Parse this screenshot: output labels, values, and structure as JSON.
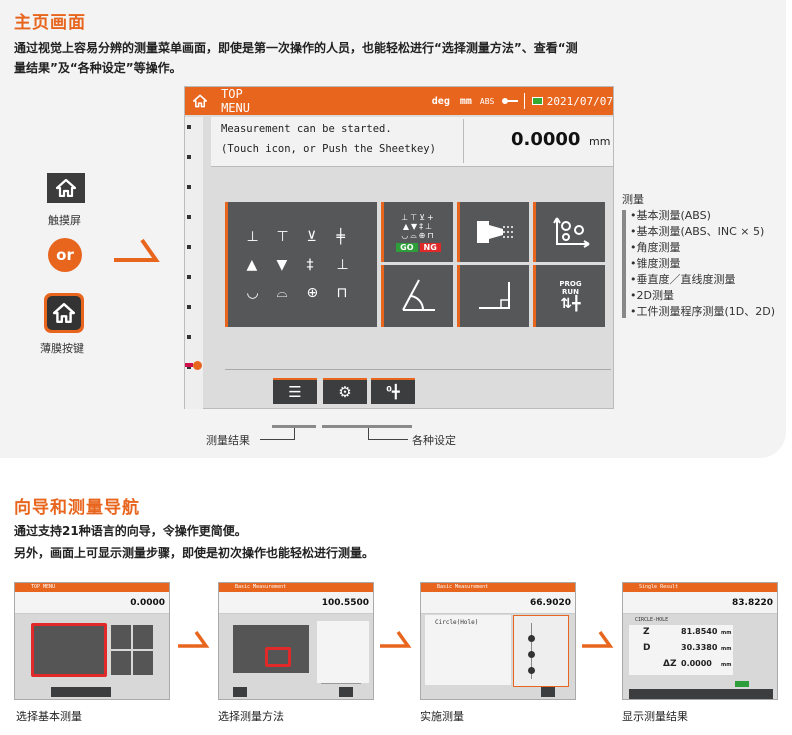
{
  "section1": {
    "title": "主页画面",
    "desc_line1": "通过视觉上容易分辨的测量菜单画面，即使是第一次操作的人员，也能轻松进行“选择测量方法”、查看“测",
    "desc_line2": "量结果”及“各种设定”等操作。"
  },
  "left_panel": {
    "touch_label": "触摸屏",
    "or_label": "or",
    "sheetkey_label": "薄膜按键",
    "home_icon": "home-icon"
  },
  "screen": {
    "title": "TOP MENU",
    "unit_deg": "deg",
    "unit_mm": "mm",
    "abs": "ABS",
    "date": "2021/07/07",
    "message_line1": "Measurement can be started.",
    "message_line2": "(Touch icon, or Push the Sheetkey)",
    "value": "0.0000",
    "value_unit": "mm",
    "go": "GO",
    "ng": "NG",
    "prog": "PROG",
    "run": "RUN",
    "accent": "#e8651e"
  },
  "callouts": {
    "results": "测量结果",
    "settings": "各种设定"
  },
  "features": {
    "heading": "测量",
    "items": [
      "•基本测量(ABS)",
      "•基本测量(ABS、INC × 5)",
      "•角度测量",
      "•锥度测量",
      "•垂直度／直线度测量",
      "•2D测量",
      "•工件测量程序测量(1D、2D)"
    ]
  },
  "section2": {
    "title": "向导和测量导航",
    "desc_line1": "通过支持21种语言的向导，令操作更简便。",
    "desc_line2": "另外，画面上可显示测量步骤，即使是初次操作也能轻松进行测量。"
  },
  "thumbs": [
    {
      "caption": "选择基本测量",
      "value": "0.0000",
      "title": "TOP MENU"
    },
    {
      "caption": "选择测量方法",
      "value": "100.5500",
      "title": "Basic Measurement"
    },
    {
      "caption": "实施测量",
      "value": "66.9020",
      "title": "Basic Measurement",
      "step": "Circle(Hole)"
    },
    {
      "caption": "显示测量结果",
      "value": "83.8220",
      "title": "Single Result",
      "mode": "CIRCLE-HOLE",
      "rows": [
        {
          "label": "Z",
          "value": "81.8540",
          "unit": "mm"
        },
        {
          "label": "D",
          "value": "30.3380",
          "unit": "mm"
        },
        {
          "label": "ΔZ",
          "value": "0.0000",
          "unit": "mm"
        }
      ]
    }
  ]
}
